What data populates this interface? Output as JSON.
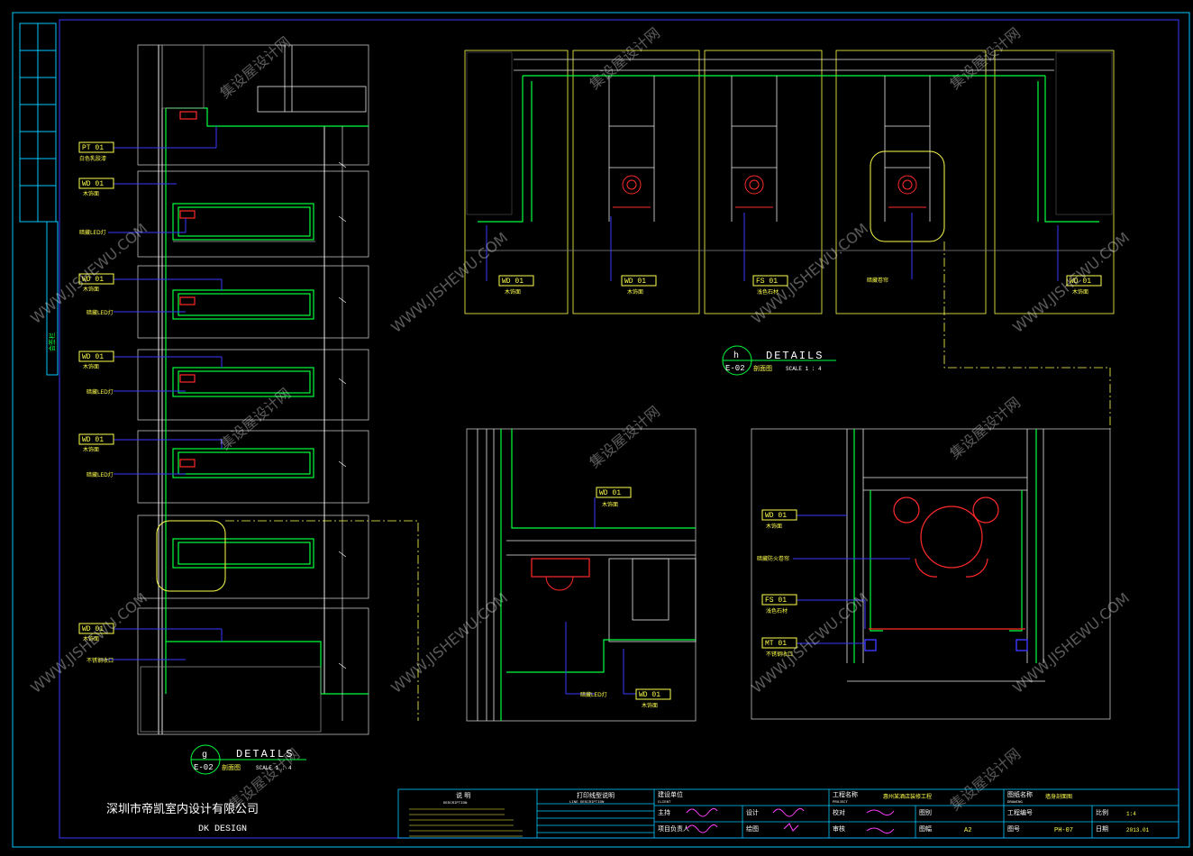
{
  "drawing": {
    "detail_g": {
      "circle_top": "g",
      "circle_bottom": "E-02",
      "title": "DETAILS",
      "subtitle": "剖面图",
      "scale": "SCALE  1 : 4"
    },
    "detail_h": {
      "circle_top": "h",
      "circle_bottom": "E-02",
      "title": "DETAILS",
      "subtitle": "剖面图",
      "scale": "SCALE  1 : 4"
    }
  },
  "tags": {
    "pt01": "PT 01",
    "wd01": "WD 01",
    "fs01": "FS 01",
    "mt01": "MT 01"
  },
  "notes": {
    "wood": "木饰面",
    "led": "暗藏LED灯",
    "paint": "白色乳胶漆",
    "stone": "浅色石材",
    "steel": "暗藏防火卷帘",
    "metal": "不锈钢收口",
    "rail": "暗藏卷帘"
  },
  "company": {
    "name_cn": "深圳市帝凯室内设计有限公司",
    "name_en": "DK  DESIGN"
  },
  "title_block": {
    "notes_head": "说 明",
    "notes_head_en": "DESCRIPTION",
    "print_head": "打印线型说明",
    "print_head_en": "LINE DESCRIPTION",
    "owner_head": "建设单位",
    "owner_en": "CLIENT",
    "project_head": "工程名称",
    "project_en": "PROJECT",
    "project_value": "惠州某酒店装修工程",
    "drawing_head": "图纸名称",
    "drawing_en": "DRAWING",
    "drawing_value": "墙身剖面图",
    "chief": "主持",
    "design": "设计",
    "project_lead": "项目负责人",
    "draw": "绘图",
    "check": "校对",
    "review": "审核",
    "category": "图别",
    "sheet": "图幅",
    "sheet_value": "A2",
    "project_no": "工程编号",
    "drawing_no": "图号",
    "drawing_no_value": "PH-07",
    "scale_label": "比例",
    "scale_value": "1:4",
    "date_label": "日期",
    "date_value": "2013.01"
  },
  "side_strip": {
    "label": "会签栏"
  },
  "watermark": {
    "cn": "集设屋设计网",
    "en": "WWW.JISHEWU.COM"
  },
  "colors": {
    "frame": "#00c8ff",
    "green": "#00ff3c",
    "white": "#e8e8e8",
    "yellow": "#ffff4c",
    "blue": "#3a3aff",
    "red": "#ff2a2a",
    "magenta": "#ff40ff",
    "dim": "#c0c0c0"
  }
}
